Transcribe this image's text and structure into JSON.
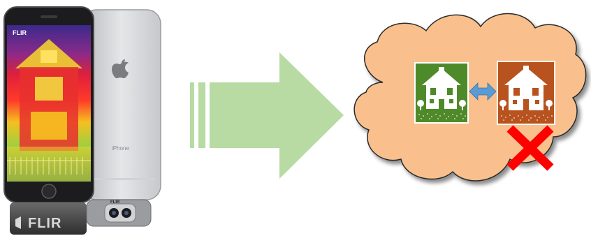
{
  "phone": {
    "screen_brand": "FLIR",
    "back_model": "iPhone",
    "device_brand": "FLIR",
    "lens_brand": "FLIR"
  },
  "icons": {
    "thermal_phone": "thermal-camera-phone-icon",
    "transfer_arrow": "large-right-arrow-icon",
    "cloud": "cloud-icon",
    "house_green": "house-icon",
    "house_orange": "house-icon",
    "link": "double-arrow-icon",
    "reject": "red-x-icon"
  },
  "colors": {
    "arrow": "#b7dba3",
    "cloud_fill": "#f9c08d",
    "cloud_stroke": "#2a2a2a",
    "house_green": "#4f8a2a",
    "house_orange": "#b8521e",
    "double_arrow": "#5b9bd5",
    "reject_x": "#ff0000"
  }
}
